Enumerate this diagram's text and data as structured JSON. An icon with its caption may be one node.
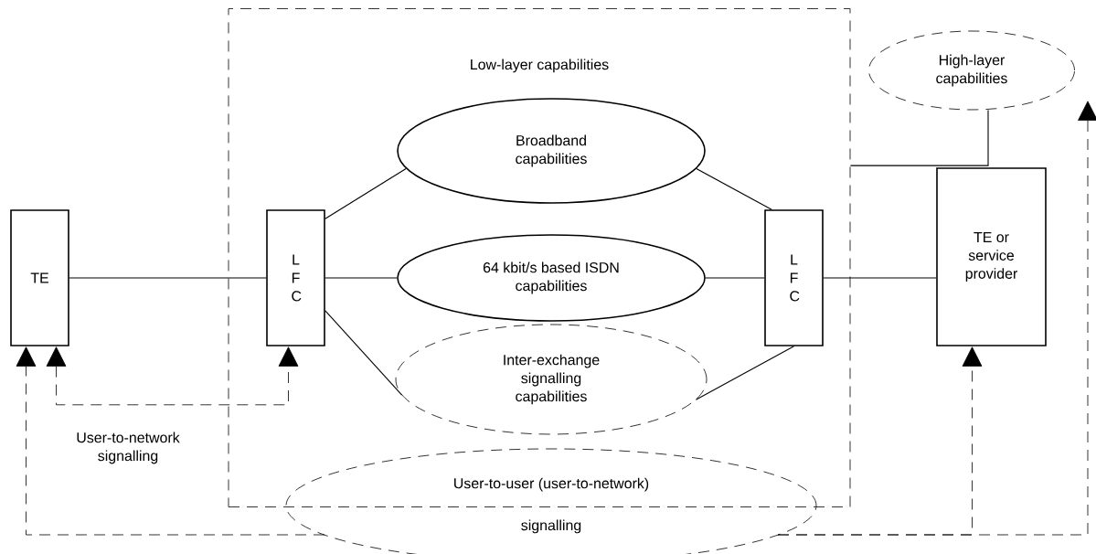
{
  "diagram": {
    "nodes": [
      {
        "text": [
          "Low-layer capabilities"
        ]
      },
      {
        "text": [
          "High-layer capabilities"
        ]
      },
      {
        "text": [
          "Broadband capabilities"
        ],
        "in": 0
      },
      {
        "text": [
          "TE"
        ]
      },
      {
        "text": [
          "L F C"
        ],
        "in": 0
      },
      {
        "text": [
          "64 kbit/s based ISDN capabilities"
        ],
        "in": 0
      },
      {
        "text": [
          "L F C"
        ],
        "in": 0
      },
      {
        "text": [
          "TE or service provider"
        ]
      },
      {
        "text": [
          "Inter-exchange signalling capabilities"
        ],
        "in": 0
      },
      {
        "text": [
          "User-to-user (user-to-network) signalling"
        ]
      }
    ],
    "edges": [
      {
        "from": 3,
        "to": 4,
        "arrow": "none"
      },
      {
        "from": 4,
        "to": 2,
        "arrow": "none"
      },
      {
        "from": 4,
        "to": 5,
        "arrow": "none"
      },
      {
        "from": 4,
        "to": 8,
        "arrow": "none"
      },
      {
        "from": 6,
        "to": 2,
        "arrow": "none"
      },
      {
        "from": 5,
        "to": 6,
        "arrow": "none"
      },
      {
        "from": 6,
        "to": 8,
        "arrow": "none"
      },
      {
        "from": 6,
        "to": 7,
        "arrow": "none"
      },
      {
        "from": 0,
        "to": 1,
        "arrow": "none"
      },
      {
        "from": 3,
        "to": 4,
        "arrow": "both",
        "style": "dashed",
        "label": "User-to-network signalling"
      },
      {
        "from": 9,
        "to": 3,
        "arrow": "to",
        "style": "dashed"
      },
      {
        "from": 9,
        "to": 7,
        "arrow": "to",
        "style": "dashed"
      },
      {
        "from": 9,
        "to": 1,
        "arrow": "to",
        "style": "dashed"
      }
    ]
  }
}
